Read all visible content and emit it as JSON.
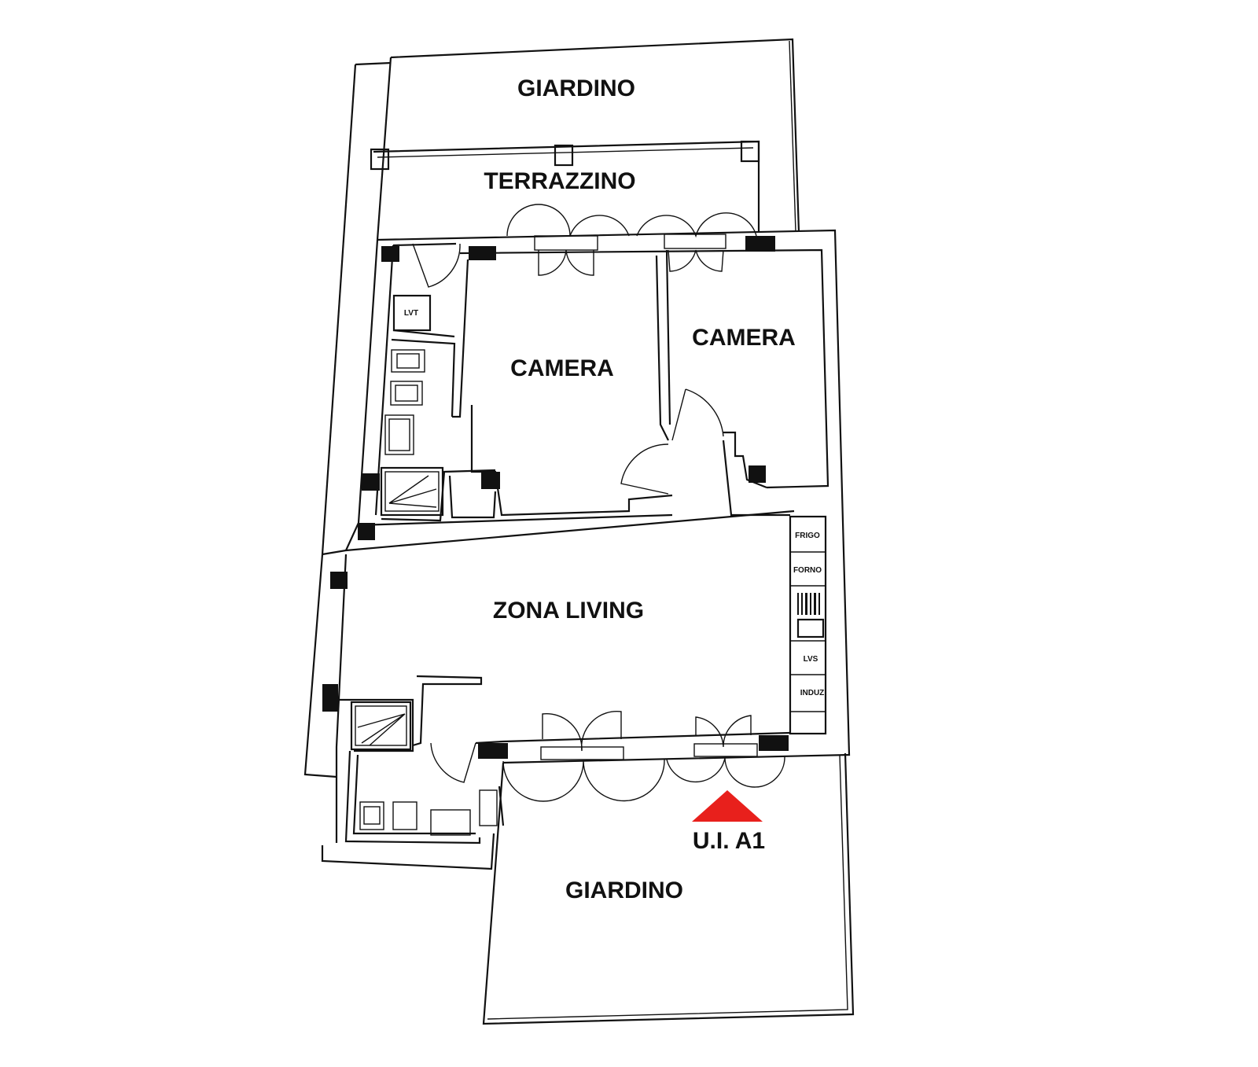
{
  "rooms": {
    "garden_top": "GIARDINO",
    "terrace": "TERRAZZINO",
    "bedroom_left": "CAMERA",
    "bedroom_right": "CAMERA",
    "living": "ZONA LIVING",
    "garden_bottom": "GIARDINO"
  },
  "unit_label": "U.I. A1",
  "fixtures": {
    "laundry": "LVT",
    "fridge": "FRIGO",
    "oven": "FORNO",
    "dishwasher": "LVS",
    "induction": "INDUZ"
  },
  "colors": {
    "marker": "#e8201c",
    "line": "#111111"
  }
}
